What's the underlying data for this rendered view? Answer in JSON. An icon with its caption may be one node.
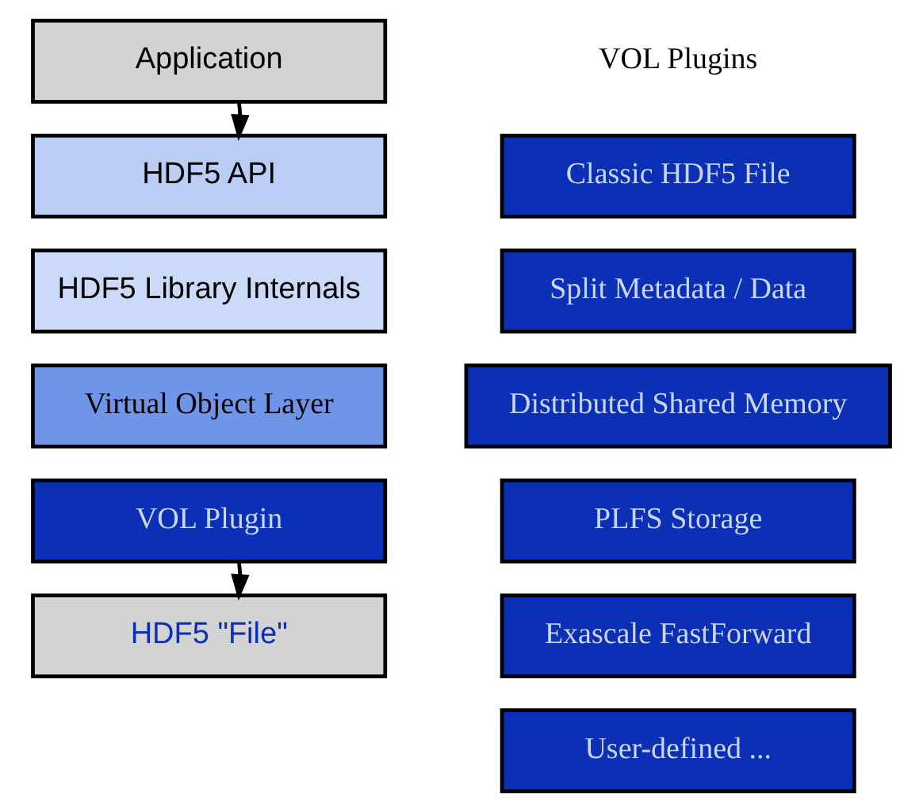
{
  "diagram": {
    "nodes": [
      {
        "text": [
          "Application"
        ]
      },
      {
        "text": [
          "HDF5 API"
        ]
      },
      {
        "text": [
          "HDF5 Library Internals"
        ]
      },
      {
        "text": [
          "Virtual Object Layer"
        ]
      },
      {
        "text": [
          "VOL Plugin"
        ]
      },
      {
        "text": [
          "HDF5 \"File\""
        ]
      },
      {
        "text": [
          "Classic HDF5 File"
        ]
      },
      {
        "text": [
          "Split Metadata / Data"
        ]
      },
      {
        "text": [
          "Distributed Shared Memory"
        ]
      },
      {
        "text": [
          "PLFS Storage"
        ]
      },
      {
        "text": [
          "Exascale FastForward"
        ]
      },
      {
        "text": [
          "User-defined ..."
        ]
      }
    ],
    "edges": [
      {
        "from": 0,
        "to": 1,
        "arrow": "to"
      },
      {
        "from": 4,
        "to": 5,
        "arrow": "to"
      }
    ],
    "labels": [
      "VOL Plugins"
    ]
  }
}
